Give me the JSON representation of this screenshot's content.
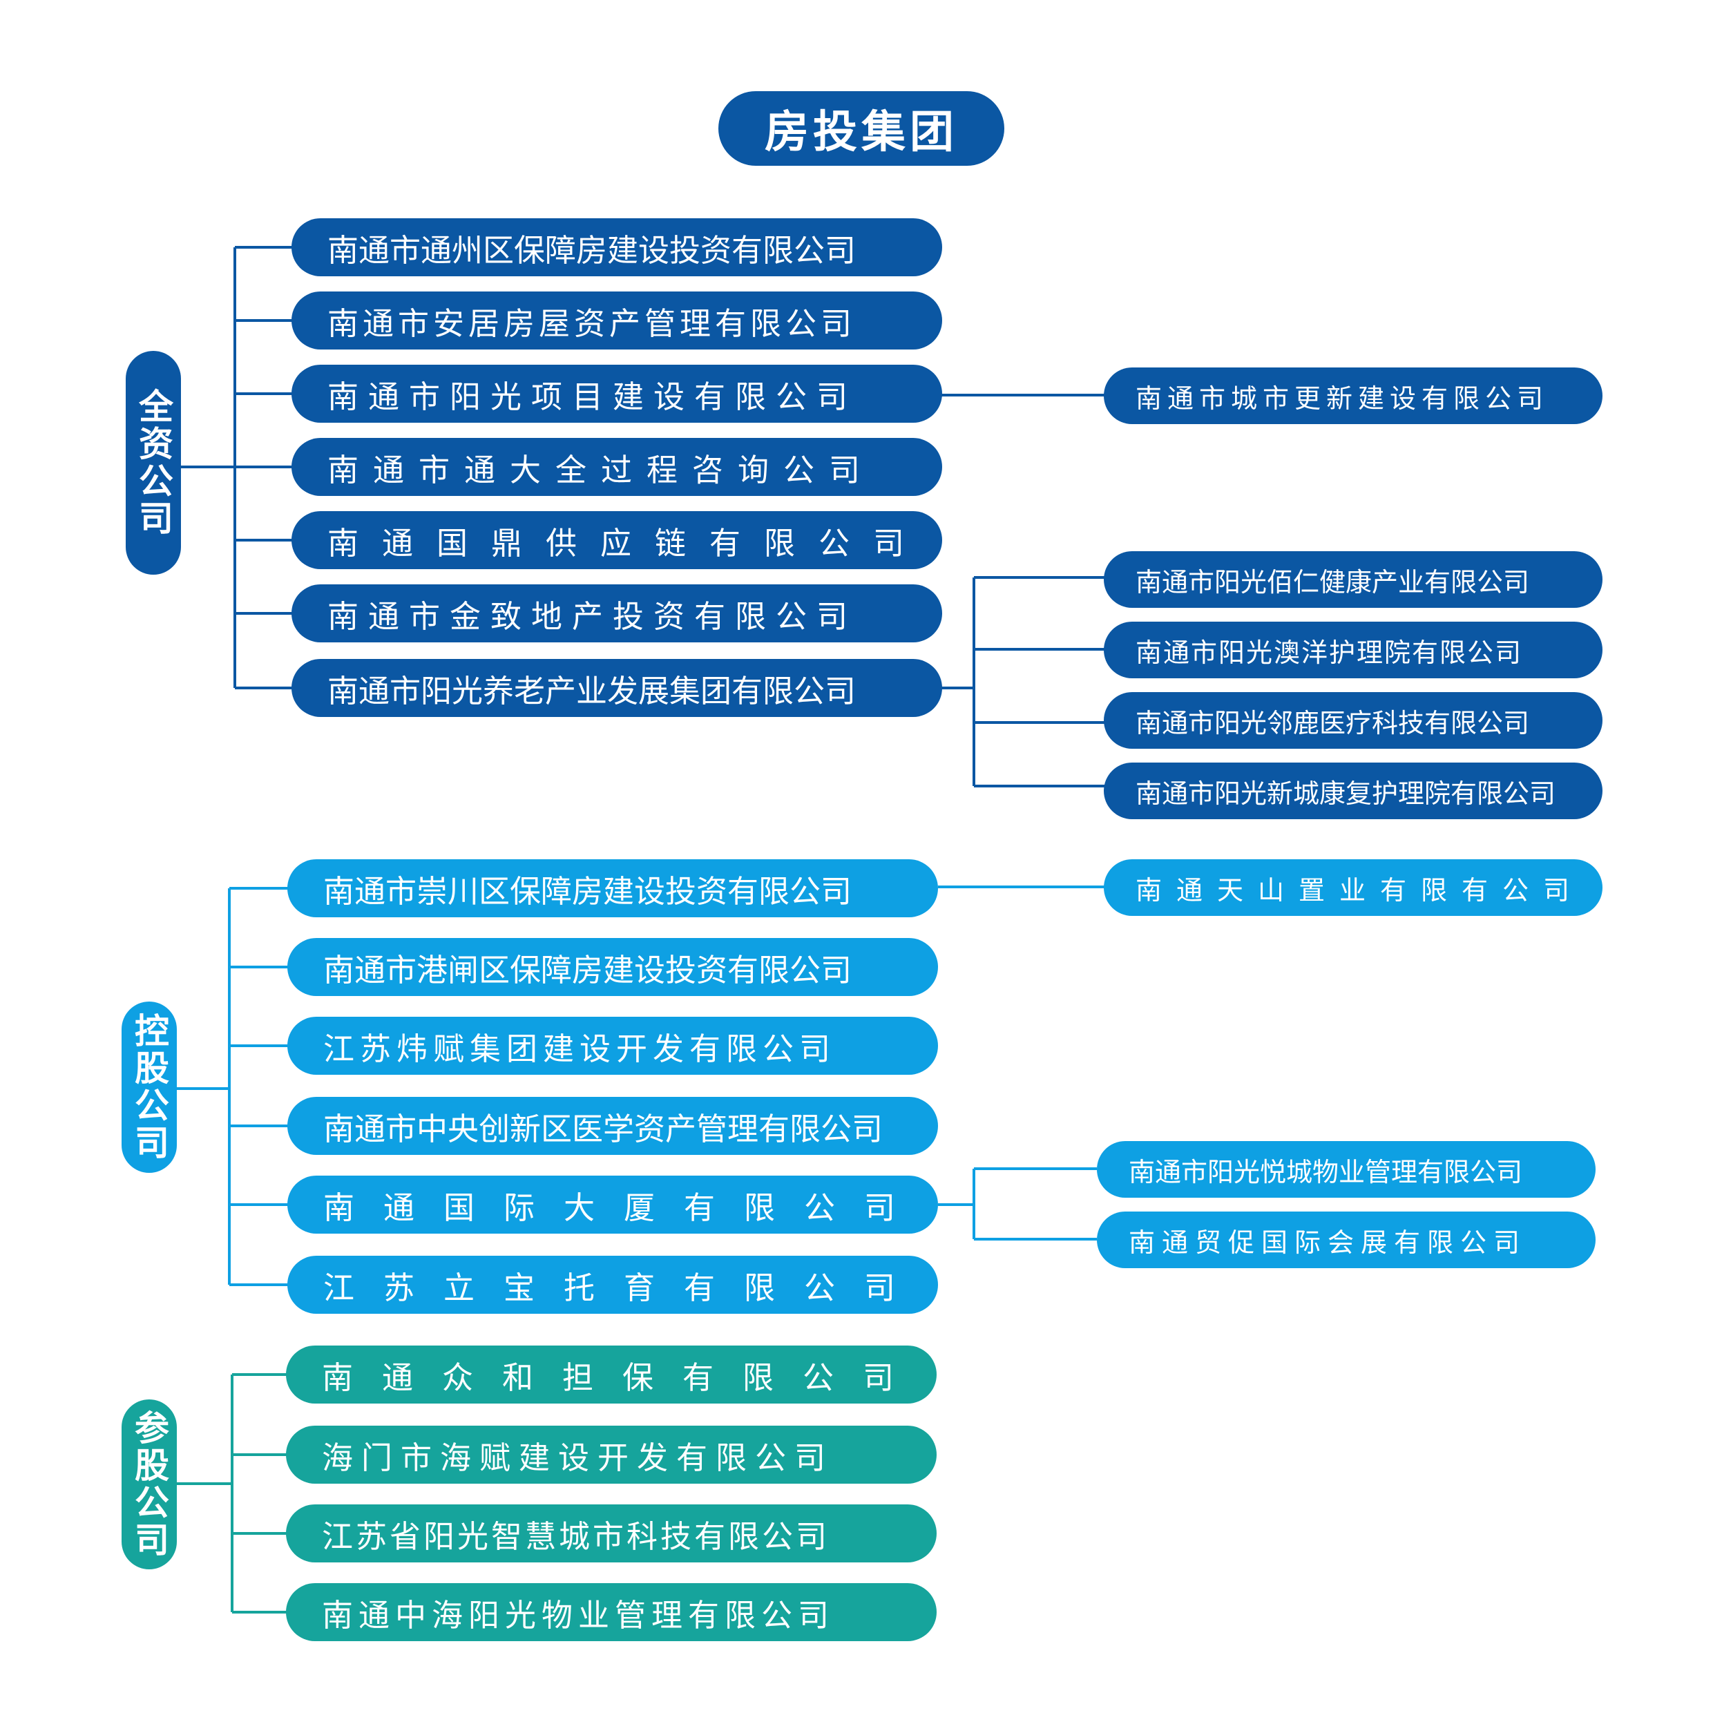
{
  "title": "房投集团",
  "colors": {
    "wholly_owned": "#0b57a3",
    "holding": "#0ea0e3",
    "participating": "#16a49c"
  },
  "groups": [
    {
      "label": "全资公司",
      "companies": [
        "南通市通州区保障房建设投资有限公司",
        "南通市安居房屋资产管理有限公司",
        "南通市阳光项目建设有限公司",
        "南通市通大全过程咨询公司",
        "南通国鼎供应链有限公司",
        "南通市金致地产投资有限公司",
        "南通市阳光养老产业发展集团有限公司"
      ],
      "subsidiaries": [
        "南通市城市更新建设有限公司",
        "南通市阳光佰仁健康产业有限公司",
        "南通市阳光澳洋护理院有限公司",
        "南通市阳光邻鹿医疗科技有限公司",
        "南通市阳光新城康复护理院有限公司"
      ]
    },
    {
      "label": "控股公司",
      "companies": [
        "南通市崇川区保障房建设投资有限公司",
        "南通市港闸区保障房建设投资有限公司",
        "江苏炜赋集团建设开发有限公司",
        "南通市中央创新区医学资产管理有限公司",
        "南通国际大厦有限公司",
        "江苏立宝托育有限公司"
      ],
      "subsidiaries": [
        "南通天山置业有限有公司",
        "南通市阳光悦城物业管理有限公司",
        "南通贸促国际会展有限公司"
      ]
    },
    {
      "label": "参股公司",
      "companies": [
        "南通众和担保有限公司",
        "海门市海赋建设开发有限公司",
        "江苏省阳光智慧城市科技有限公司",
        "南通中海阳光物业管理有限公司"
      ]
    }
  ]
}
